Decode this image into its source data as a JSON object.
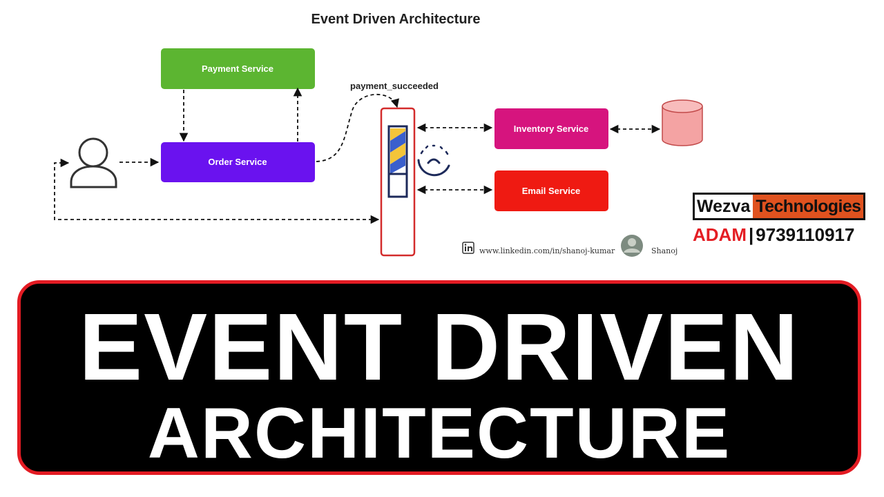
{
  "diagram": {
    "title": "Event Driven Architecture",
    "event_label": "payment_succeeded",
    "services": {
      "payment": {
        "label": "Payment Service",
        "color": "#5cb531"
      },
      "order": {
        "label": "Order Service",
        "color": "#6a12ef"
      },
      "inventory": {
        "label": "Inventory Service",
        "color": "#d6147e"
      },
      "email": {
        "label": "Email Service",
        "color": "#ef1a12"
      }
    },
    "icons": {
      "user": "user-icon",
      "event_bus": "event-bus-queue",
      "database": "database-icon",
      "processing": "processing-spinner-icon",
      "linkedin": "linkedin-icon",
      "avatar": "author-avatar"
    },
    "credit": {
      "linkedin_text": "www.linkedin.com/in/shanoj-kumar",
      "author": "Shanoj"
    }
  },
  "brand": {
    "name_left": "Wezva",
    "name_right": "Technologies",
    "accent_color": "#e0521f",
    "contact_name": "ADAM",
    "separator": "|",
    "phone": "9739110917"
  },
  "banner": {
    "line1": "EVENT DRIVEN",
    "line2": "ARCHITECTURE",
    "border_color": "#e31b23"
  }
}
